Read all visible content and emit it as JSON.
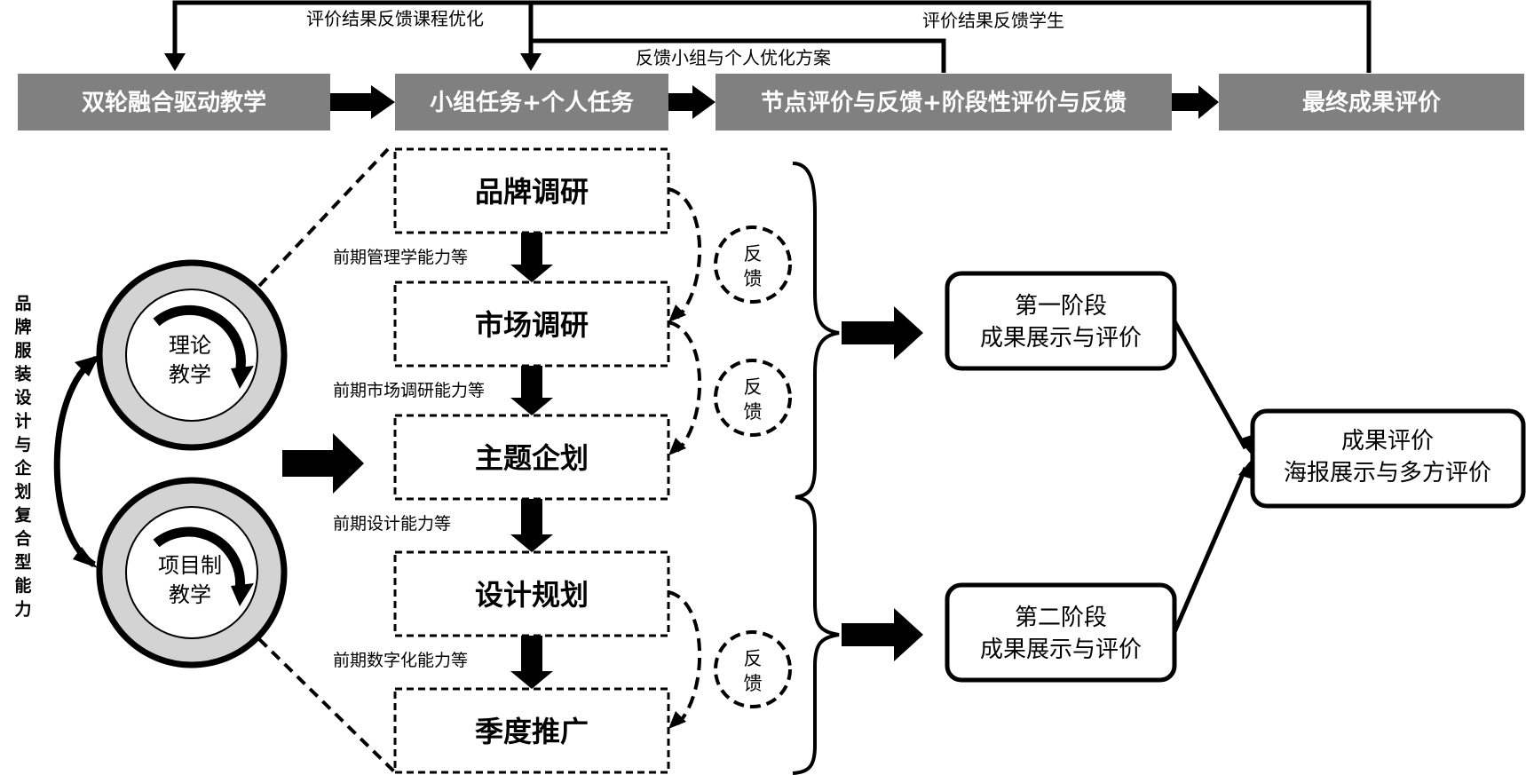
{
  "colors": {
    "top_box_fill": "#808080",
    "top_box_text": "#ffffff",
    "ring_fill": "#d3d3d3",
    "line": "#000000",
    "background": "#ffffff"
  },
  "top_flow": {
    "boxes": [
      {
        "label": "双轮融合驱动教学"
      },
      {
        "label": "小组任务+个人任务"
      },
      {
        "label": "节点评价与反馈+阶段性评价与反馈"
      },
      {
        "label": "最终成果评价"
      }
    ],
    "feedback_labels": {
      "course": "评价结果反馈课程优化",
      "student": "评价结果反馈学生",
      "group": "反馈小组与个人优化方案"
    }
  },
  "side_label": "品牌服装设计与企划复合型能力",
  "teaching_modes": [
    {
      "line1": "理论",
      "line2": "教学"
    },
    {
      "line1": "项目制",
      "line2": "教学"
    }
  ],
  "steps": [
    {
      "label": "品牌调研"
    },
    {
      "label": "市场调研"
    },
    {
      "label": "主题企划"
    },
    {
      "label": "设计规划"
    },
    {
      "label": "季度推广"
    }
  ],
  "capabilities": [
    "前期管理学能力等",
    "前期市场调研能力等",
    "前期设计能力等",
    "前期数字化能力等"
  ],
  "feedback_badges": [
    {
      "line1": "反",
      "line2": "馈"
    },
    {
      "line1": "反",
      "line2": "馈"
    },
    {
      "line1": "反",
      "line2": "馈"
    }
  ],
  "stages": [
    {
      "line1": "第一阶段",
      "line2": "成果展示与评价"
    },
    {
      "line1": "第二阶段",
      "line2": "成果展示与评价"
    }
  ],
  "final_result": {
    "line1": "成果评价",
    "line2": "海报展示与多方评价"
  }
}
